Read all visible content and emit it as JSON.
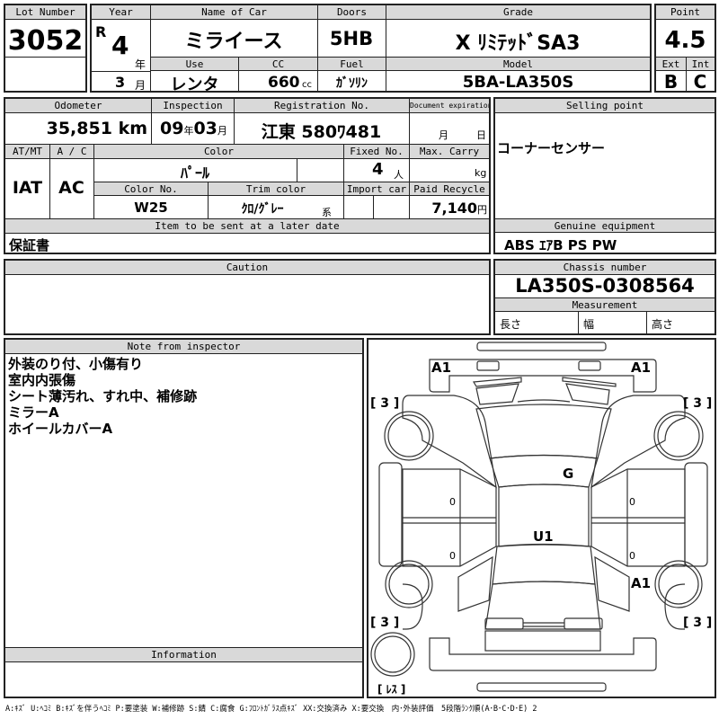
{
  "lot": {
    "label": "Lot Number",
    "value": "3052"
  },
  "year": {
    "label": "Year",
    "era": "R",
    "value": "4",
    "year_unit": "年",
    "month": "3",
    "month_unit": "月"
  },
  "car_name": {
    "label": "Name of Car",
    "value": "ミライース"
  },
  "use": {
    "label": "Use",
    "value": "レンタ"
  },
  "cc": {
    "label": "CC",
    "value": "660",
    "unit": "cc"
  },
  "doors": {
    "label": "Doors",
    "value": "5HB"
  },
  "fuel": {
    "label": "Fuel",
    "value": "ｶﾞｿﾘﾝ"
  },
  "grade": {
    "label": "Grade",
    "value": "X ﾘﾐﾃｯﾄﾞSA3"
  },
  "model": {
    "label": "Model",
    "value": "5BA-LA350S"
  },
  "point": {
    "label": "Point",
    "value": "4.5",
    "ext_label": "Ext",
    "int_label": "Int",
    "ext": "B",
    "int": "C"
  },
  "odometer": {
    "label": "Odometer",
    "value": "35,851",
    "unit": "km"
  },
  "inspection": {
    "label": "Inspection",
    "year": "09",
    "year_unit": "年",
    "month": "03",
    "month_unit": "月"
  },
  "registration": {
    "label": "Registration No.",
    "value": "江東 580ﾜ481"
  },
  "doc_expiration": {
    "label": "Document expiration",
    "month_unit": "月",
    "day_unit": "日"
  },
  "atmt": {
    "label": "AT/MT",
    "value": "IAT"
  },
  "ac": {
    "label": "A / C",
    "value": "AC"
  },
  "color": {
    "label": "Color",
    "value": "ﾊﾟｰﾙ"
  },
  "fixed_no": {
    "label": "Fixed No.",
    "value": "4",
    "unit": "人"
  },
  "max_carry": {
    "label": "Max. Carry",
    "unit": "kg"
  },
  "color_no": {
    "label": "Color No.",
    "value": "W25"
  },
  "trim_color": {
    "label": "Trim color",
    "value": "ｸﾛ/ｸﾞﾚｰ",
    "suffix": "系"
  },
  "import_car": {
    "label": "Import car"
  },
  "recycle": {
    "label": "Paid Recycle",
    "value": "7,140",
    "unit": "円"
  },
  "later_items": {
    "label": "Item to be sent at a later date",
    "value": "保証書"
  },
  "selling_point": {
    "label": "Selling point",
    "value": "コーナーセンサー"
  },
  "genuine": {
    "label": "Genuine equipment",
    "value": "ABS ｴｱB PS PW"
  },
  "caution": {
    "label": "Caution"
  },
  "chassis": {
    "label": "Chassis number",
    "value": "LA350S-0308564"
  },
  "measurement": {
    "label": "Measurement",
    "length": "長さ",
    "width": "幅",
    "height": "高さ"
  },
  "inspector_note": {
    "label": "Note from inspector",
    "lines": [
      "外装のり付、小傷有り",
      "室内内張傷",
      "シート薄汚れ、すれ中、補修跡",
      "ミラーA",
      "ホイールカバーA"
    ]
  },
  "information": {
    "label": "Information"
  },
  "diagram": {
    "marks": {
      "front_left": "A1",
      "front_right": "A1",
      "windshield": "G",
      "roof": "U1",
      "rear_right_door": "A1",
      "front_left_door": "0",
      "front_right_door": "0",
      "rear_left_door": "0",
      "rear_right_door_num": "0"
    },
    "tires": {
      "front_left": "[ 3 ]",
      "front_right": "[ 3 ]",
      "rear_left": "[ 3 ]",
      "rear_right": "[ 3 ]",
      "spare": "[ ﾚｽ ]"
    }
  },
  "legend": "A:ｷｽﾞ U:ﾍｺﾐ B:ｷｽﾞを伴うﾍｺﾐ P:要塗装 W:補修跡 S:錆 C:腐食 G:ﾌﾛﾝﾄｶﾞﾗｽ点ｷｽﾞ XX:交換済み X:要交換　内･外装評価　5段階ﾗﾝｸ順(A･B･C･D･E) 2"
}
